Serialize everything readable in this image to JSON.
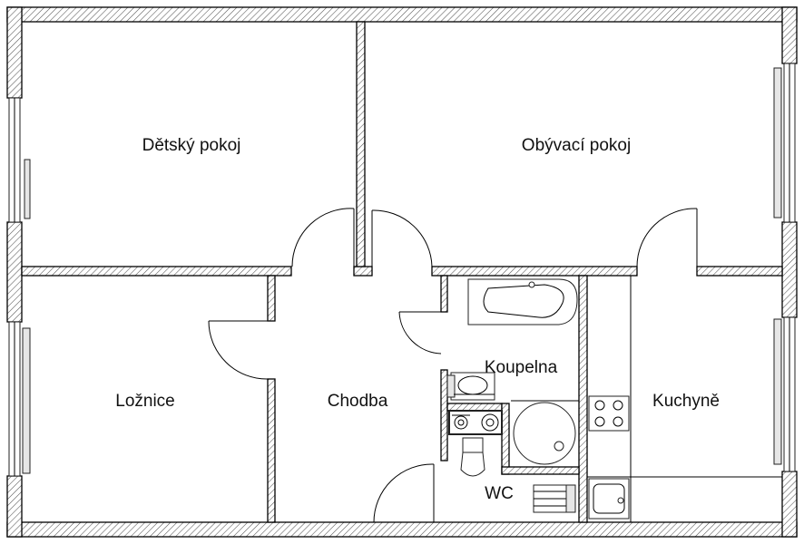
{
  "plan": {
    "rooms": [
      {
        "id": "detsky-pokoj",
        "label": "Dětský pokoj"
      },
      {
        "id": "obyvaci-pokoj",
        "label": "Obývací pokoj"
      },
      {
        "id": "loznice",
        "label": "Ložnice"
      },
      {
        "id": "chodba",
        "label": "Chodba"
      },
      {
        "id": "koupelna",
        "label": "Koupelna"
      },
      {
        "id": "kuchyne",
        "label": "Kuchyně"
      },
      {
        "id": "wc",
        "label": "WC"
      }
    ]
  }
}
